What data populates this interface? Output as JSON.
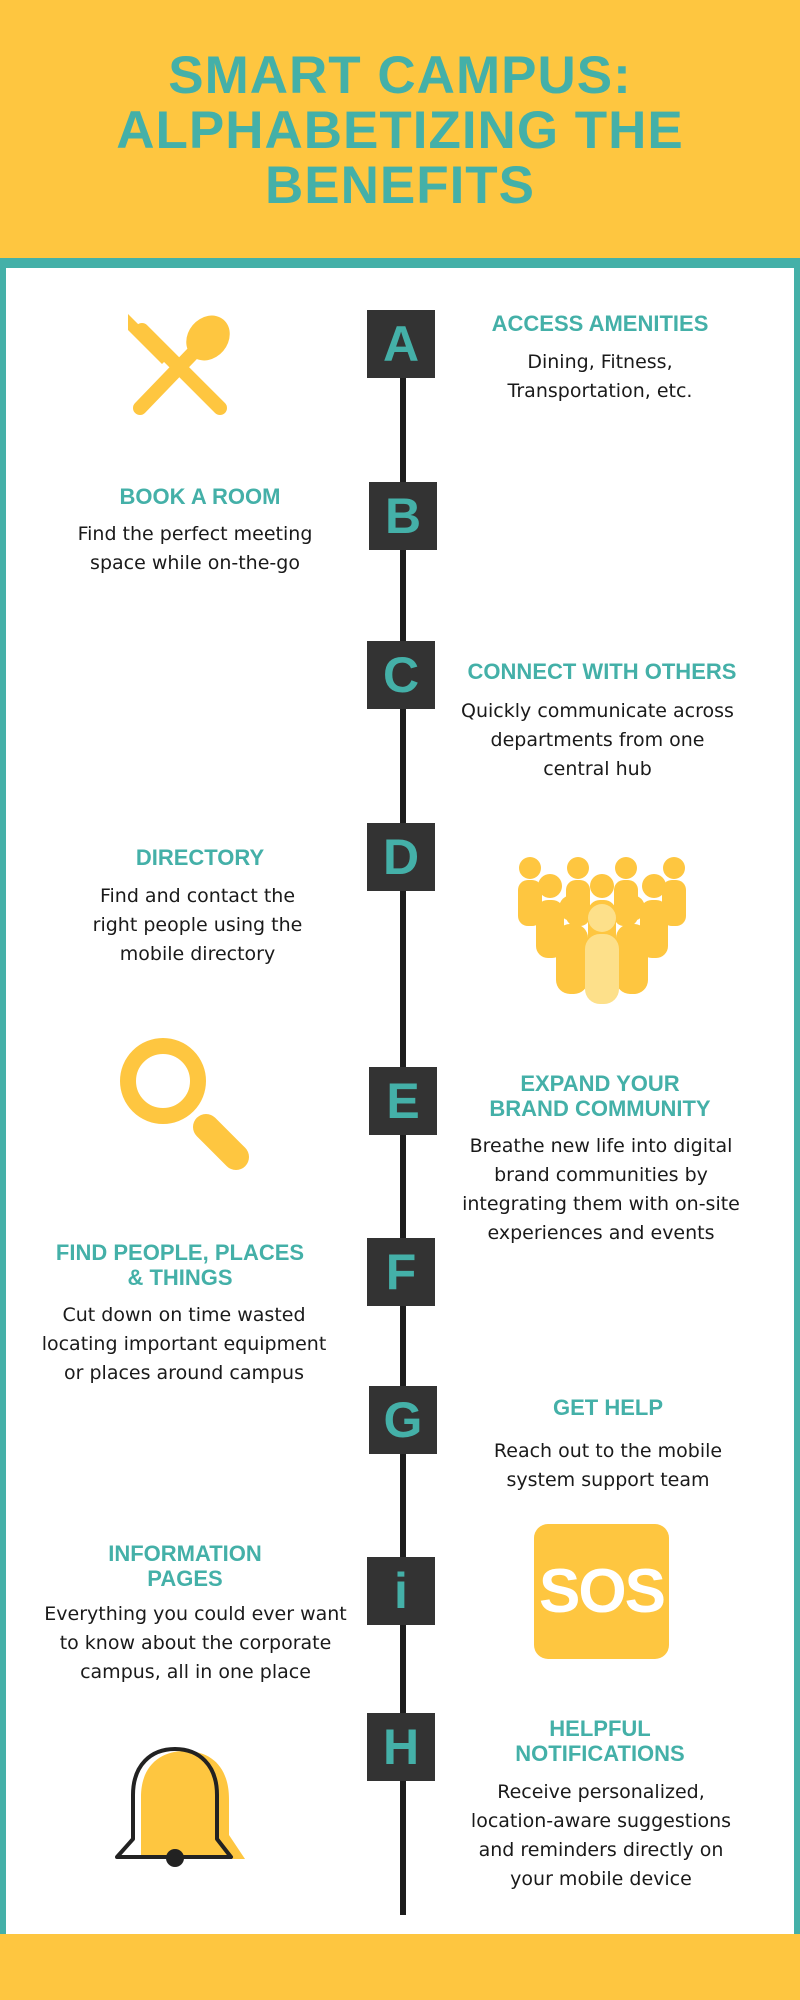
{
  "title_lines": [
    "SMART CAMPUS:",
    "ALPHABETIZING THE",
    "BENEFITS"
  ],
  "colors": {
    "teal": "#44b0a8",
    "yellow": "#fec640",
    "dark": "#333333",
    "light_yellow": "#fde08a"
  },
  "items": [
    {
      "letter": "A",
      "heading": [
        "ACCESS AMENITIES"
      ],
      "desc": [
        "Dining, Fitness,",
        "Transportation, etc."
      ],
      "icon": "fork-spoon-icon"
    },
    {
      "letter": "B",
      "heading": [
        "BOOK A ROOM"
      ],
      "desc": [
        "Find the perfect meeting",
        "space while on-the-go"
      ]
    },
    {
      "letter": "C",
      "heading": [
        "CONNECT WITH OTHERS"
      ],
      "desc": [
        "Quickly communicate across",
        "departments from one",
        "central hub"
      ]
    },
    {
      "letter": "D",
      "heading": [
        "DIRECTORY"
      ],
      "desc": [
        "Find and contact the",
        "right people using the",
        "mobile directory"
      ],
      "icon": "people-group-icon"
    },
    {
      "letter": "E",
      "heading": [
        "EXPAND YOUR",
        "BRAND COMMUNITY"
      ],
      "desc": [
        "Breathe new life into digital",
        "brand communities by",
        "integrating them with on-site",
        "experiences and events"
      ],
      "icon": "magnifier-icon"
    },
    {
      "letter": "F",
      "heading": [
        "FIND PEOPLE, PLACES",
        "& THINGS"
      ],
      "desc": [
        "Cut down on time wasted",
        "locating important equipment",
        "or places around campus"
      ]
    },
    {
      "letter": "G",
      "heading": [
        "GET HELP"
      ],
      "desc": [
        "Reach out to the mobile",
        "system support team"
      ]
    },
    {
      "letter": "i",
      "heading": [
        "INFORMATION",
        "PAGES"
      ],
      "desc": [
        "Everything you could ever want",
        "to know about the corporate",
        "campus, all in one place"
      ],
      "icon": "sos-icon",
      "icon_text": "SOS"
    },
    {
      "letter": "H",
      "heading": [
        "HELPFUL",
        "NOTIFICATIONS"
      ],
      "desc": [
        "Receive personalized,",
        "location-aware suggestions",
        "and reminders directly on",
        "your mobile device"
      ],
      "icon": "bell-icon"
    }
  ]
}
